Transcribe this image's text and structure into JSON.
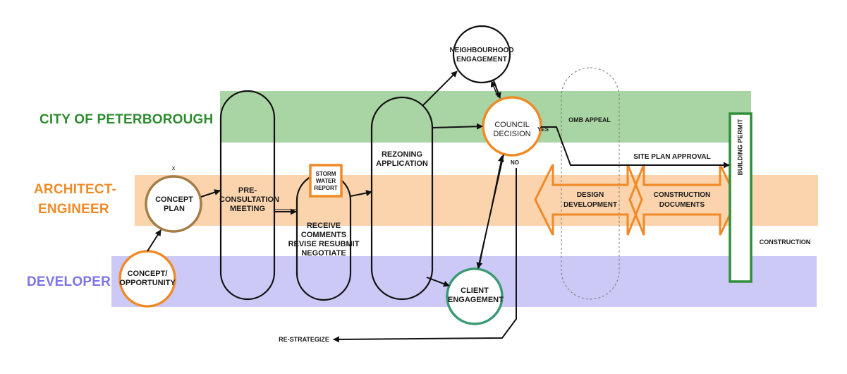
{
  "lanes": {
    "city": "CITY OF PETERBOROUGH",
    "architect_line1": "ARCHITECT-",
    "architect_line2": "ENGINEER",
    "developer": "DEVELOPER"
  },
  "colors": {
    "city_band": "#a9d4a4",
    "architect_band": "#fbd3ad",
    "developer_band": "#cdc9f7",
    "city_text": "#2e8b2e",
    "architect_text": "#f08a26",
    "developer_text": "#7d74e6",
    "orange": "#f08a26",
    "green": "#2f8f3a",
    "teal": "#3a9a72",
    "brown": "#a57c45"
  },
  "nodes": {
    "concept_opportunity": "CONCEPT/ OPPORTUNITY",
    "concept_plan": "CONCEPT PLAN",
    "x_mark": "x",
    "pre_consultation": "PRE- CONSULTATION MEETING",
    "storm_water": "STORM WATER REPORT",
    "receive_comments": "RECEIVE COMMENTS REVISE RESUBMIT NEGOTIATE",
    "rezoning": "REZONING APPLICATION",
    "neighbourhood": "NEIGHBOURHOOD ENGAGEMENT",
    "council": "COUNCIL DECISION",
    "yes": "YES",
    "no": "NO",
    "client": "CLIENT ENGAGEMENT",
    "re_strategize": "RE-STRATEGIZE",
    "omb_appeal": "OMB APPEAL",
    "site_plan": "SITE PLAN APPROVAL",
    "design_dev": "DESIGN DEVELOPMENT",
    "construction_docs": "CONSTRUCTION DOCUMENTS",
    "building_permit": "BUILDING PERMIT",
    "construction": "CONSTRUCTION"
  }
}
